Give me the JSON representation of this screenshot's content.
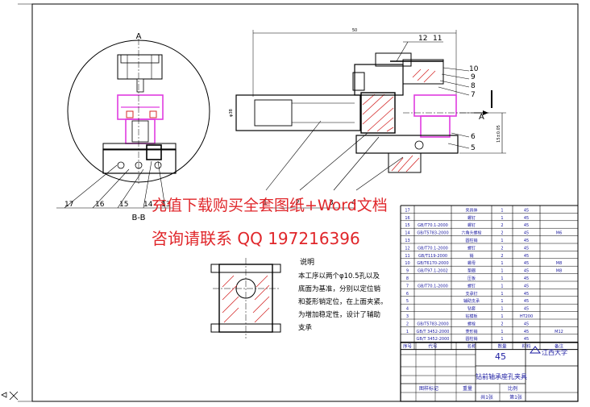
{
  "watermark": {
    "line1": "充值下载购买全套图纸+Word文档",
    "line2": "咨询请联系  QQ 197216396",
    "color": "#e0262a"
  },
  "labels": {
    "view_a_top": "A",
    "arrow_a_right": "A",
    "section_bb": "B-B",
    "dimension_top": "50",
    "dimension_right": "15±0.05",
    "dimension_left": "φ38"
  },
  "balloons": [
    "12",
    "11",
    "10",
    "9",
    "8",
    "7",
    "6",
    "5",
    "4",
    "3",
    "2",
    "1",
    "17",
    "16",
    "15",
    "14",
    "13"
  ],
  "notes": {
    "title": "说明",
    "lines": [
      "本工序以两个φ10.5孔以及",
      "底面为基准，分别以定位销",
      "和菱形销定位，在上面夹紧。",
      "为增加稳定性，设计了辅助",
      "支承"
    ]
  },
  "bom_rows": [
    {
      "no": "17",
      "code": "",
      "name": "夹具体",
      "qty": "1",
      "material": "45",
      "note": ""
    },
    {
      "no": "16",
      "code": "",
      "name": "螺钉",
      "qty": "1",
      "material": "45",
      "note": ""
    },
    {
      "no": "15",
      "code": "GB/T70.1-2000",
      "name": "螺钉",
      "qty": "2",
      "material": "45",
      "note": ""
    },
    {
      "no": "14",
      "code": "GB/T5783-2000",
      "name": "六角头螺栓",
      "qty": "2",
      "material": "45",
      "note": "M6"
    },
    {
      "no": "13",
      "code": "",
      "name": "圆柱销",
      "qty": "1",
      "material": "45",
      "note": ""
    },
    {
      "no": "12",
      "code": "GB/T70.1-2000",
      "name": "螺钉",
      "qty": "2",
      "material": "45",
      "note": ""
    },
    {
      "no": "11",
      "code": "GB/T119-2000",
      "name": "销",
      "qty": "2",
      "material": "45",
      "note": ""
    },
    {
      "no": "10",
      "code": "GB/T6170-2000",
      "name": "螺母",
      "qty": "1",
      "material": "45",
      "note": "M8"
    },
    {
      "no": "9",
      "code": "GB/T97.1-2002",
      "name": "垫圈",
      "qty": "1",
      "material": "45",
      "note": "M8"
    },
    {
      "no": "8",
      "code": "",
      "name": "压板",
      "qty": "1",
      "material": "45",
      "note": ""
    },
    {
      "no": "7",
      "code": "GB/T70.1-2000",
      "name": "螺钉",
      "qty": "1",
      "material": "45",
      "note": ""
    },
    {
      "no": "6",
      "code": "",
      "name": "支承钉",
      "qty": "1",
      "material": "45",
      "note": ""
    },
    {
      "no": "5",
      "code": "",
      "name": "辅助支承",
      "qty": "1",
      "material": "45",
      "note": ""
    },
    {
      "no": "4",
      "code": "",
      "name": "钻套",
      "qty": "1",
      "material": "45",
      "note": ""
    },
    {
      "no": "3",
      "code": "",
      "name": "钻模板",
      "qty": "1",
      "material": "HT200",
      "note": ""
    },
    {
      "no": "2",
      "code": "GB/T5783-2000",
      "name": "螺栓",
      "qty": "2",
      "material": "45",
      "note": ""
    },
    {
      "no": "1",
      "code": "GB/T 3452-2000",
      "name": "菱形销",
      "qty": "1",
      "material": "45",
      "note": "M12"
    },
    {
      "no": "",
      "code": "GB/T 3452-2000",
      "name": "圆柱销",
      "qty": "1",
      "material": "45",
      "note": ""
    }
  ],
  "bom_header": {
    "no": "序号",
    "code": "代号",
    "name": "名称",
    "qty": "数量",
    "material": "材料",
    "note": "备注"
  },
  "title_block": {
    "material": "45",
    "university": "江西大学",
    "drawing_title": "钻前轴承座孔夹具",
    "scale_label": "图样标记",
    "weight_label": "重量",
    "ratio_label": "比例",
    "sheet_total": "共1张",
    "sheet_no": "第1张"
  },
  "colors": {
    "line": "#000000",
    "part_magenta": "#e03ce0",
    "hatch_red": "#d42a2a",
    "dim_blue": "#1a1aa0"
  }
}
